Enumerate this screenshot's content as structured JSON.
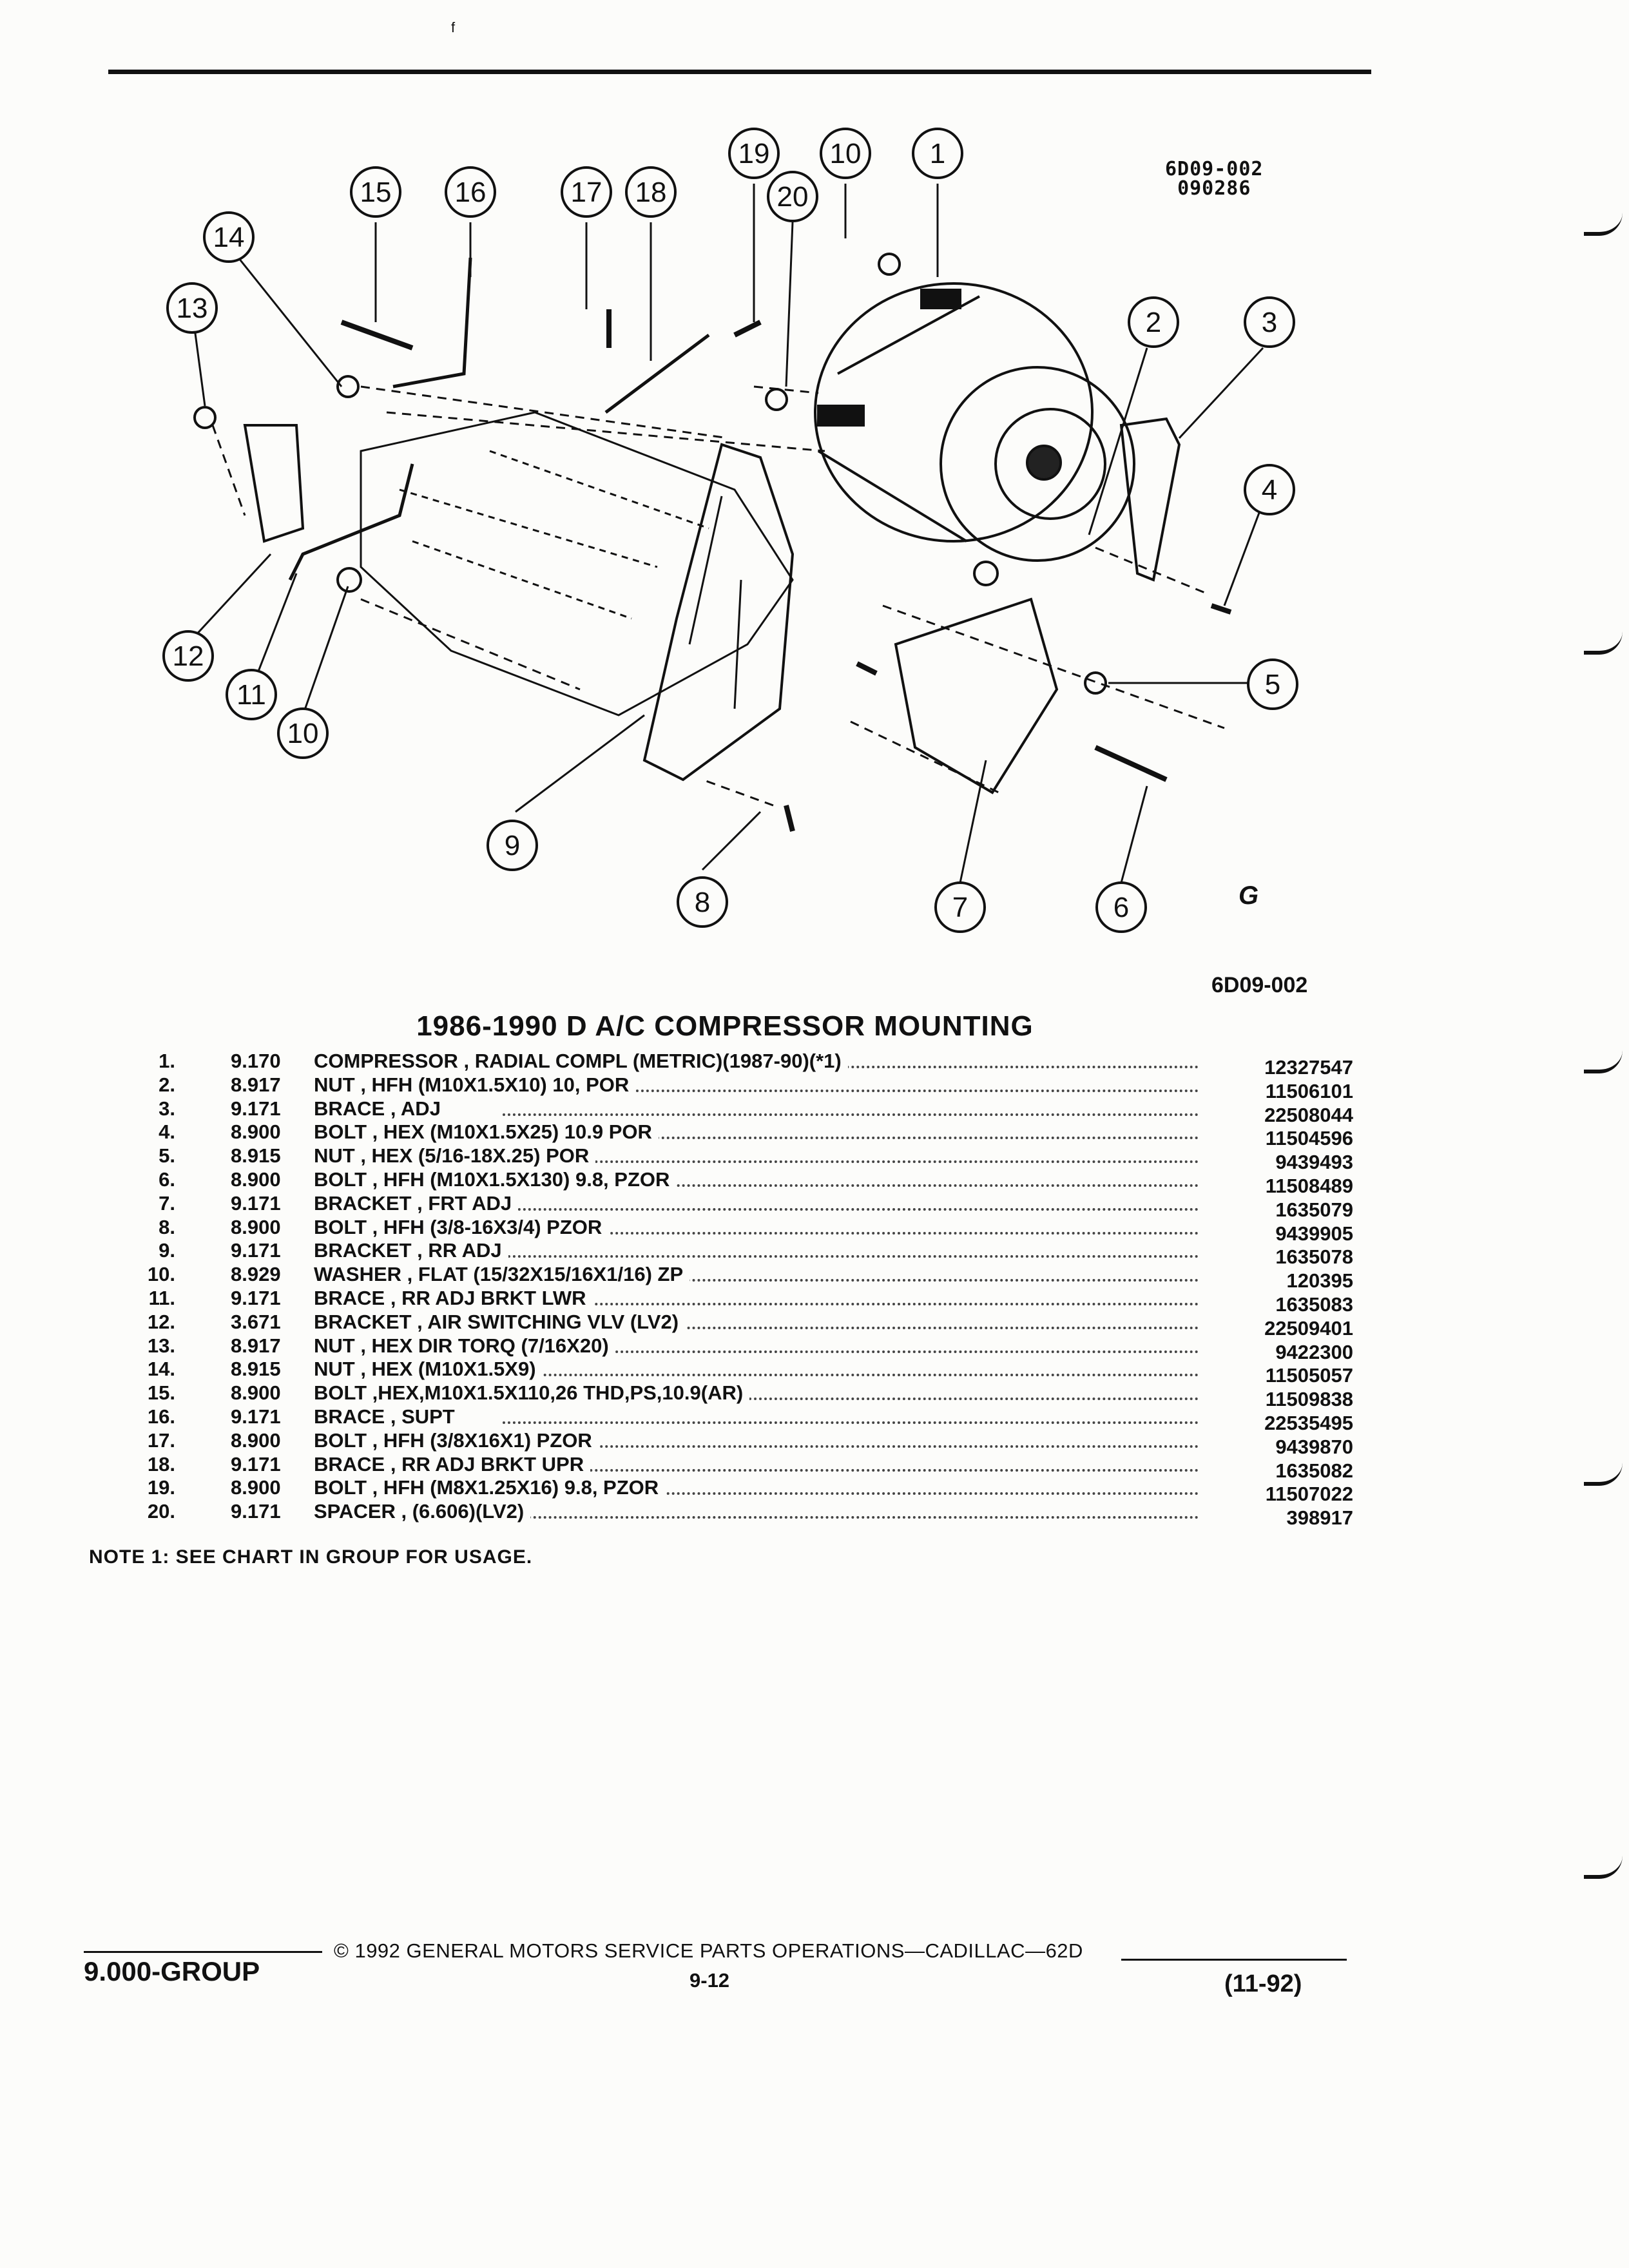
{
  "stray_mark": "f",
  "figure": {
    "code_top": "6D09-002",
    "code_bottom": "090286",
    "reference": "6D09-002",
    "logo_text": "G",
    "callouts": [
      "15",
      "16",
      "17",
      "18",
      "19",
      "10",
      "1",
      "20",
      "14",
      "13",
      "2",
      "3",
      "4",
      "12",
      "11",
      "10",
      "5",
      "9",
      "8",
      "7",
      "6"
    ]
  },
  "title": "1986-1990 D A/C COMPRESSOR MOUNTING",
  "parts": [
    {
      "num": "1.",
      "group": "9.170",
      "desc": "COMPRESSOR , RADIAL COMPL (METRIC)(1987-90)(*1)",
      "part": "12327547"
    },
    {
      "num": "2.",
      "group": "8.917",
      "desc": "NUT , HFH (M10X1.5X10) 10, POR",
      "part": "11506101"
    },
    {
      "num": "3.",
      "group": "9.171",
      "desc": "BRACE , ADJ",
      "part": "22508044"
    },
    {
      "num": "4.",
      "group": "8.900",
      "desc": "BOLT , HEX (M10X1.5X25) 10.9 POR",
      "part": "11504596"
    },
    {
      "num": "5.",
      "group": "8.915",
      "desc": "NUT , HEX (5/16-18X.25) POR",
      "part": "9439493"
    },
    {
      "num": "6.",
      "group": "8.900",
      "desc": "BOLT , HFH (M10X1.5X130) 9.8, PZOR",
      "part": "11508489"
    },
    {
      "num": "7.",
      "group": "9.171",
      "desc": "BRACKET , FRT ADJ",
      "part": "1635079"
    },
    {
      "num": "8.",
      "group": "8.900",
      "desc": "BOLT , HFH (3/8-16X3/4) PZOR",
      "part": "9439905"
    },
    {
      "num": "9.",
      "group": "9.171",
      "desc": "BRACKET , RR ADJ",
      "part": "1635078"
    },
    {
      "num": "10.",
      "group": "8.929",
      "desc": "WASHER , FLAT (15/32X15/16X1/16) ZP",
      "part": "120395"
    },
    {
      "num": "11.",
      "group": "9.171",
      "desc": "BRACE , RR ADJ BRKT LWR",
      "part": "1635083"
    },
    {
      "num": "12.",
      "group": "3.671",
      "desc": "BRACKET , AIR SWITCHING VLV (LV2)",
      "part": "22509401"
    },
    {
      "num": "13.",
      "group": "8.917",
      "desc": "NUT , HEX DIR TORQ (7/16X20)",
      "part": "9422300"
    },
    {
      "num": "14.",
      "group": "8.915",
      "desc": "NUT , HEX (M10X1.5X9)",
      "part": "11505057"
    },
    {
      "num": "15.",
      "group": "8.900",
      "desc": "BOLT ,HEX,M10X1.5X110,26 THD,PS,10.9(AR)",
      "part": "11509838"
    },
    {
      "num": "16.",
      "group": "9.171",
      "desc": "BRACE , SUPT",
      "part": "22535495"
    },
    {
      "num": "17.",
      "group": "8.900",
      "desc": "BOLT , HFH (3/8X16X1) PZOR",
      "part": "9439870"
    },
    {
      "num": "18.",
      "group": "9.171",
      "desc": "BRACE , RR ADJ BRKT UPR",
      "part": "1635082"
    },
    {
      "num": "19.",
      "group": "8.900",
      "desc": "BOLT , HFH (M8X1.25X16) 9.8, PZOR",
      "part": "11507022"
    },
    {
      "num": "20.",
      "group": "9.171",
      "desc": "SPACER , (6.606)(LV2)",
      "part": "398917"
    }
  ],
  "note": "NOTE  1:  SEE CHART IN GROUP FOR USAGE.",
  "footer": {
    "group": "9.000-GROUP",
    "copyright": "©  1992  GENERAL MOTORS SERVICE PARTS OPERATIONS—CADILLAC—62D",
    "page": "9-12",
    "date": "(11-92)"
  }
}
